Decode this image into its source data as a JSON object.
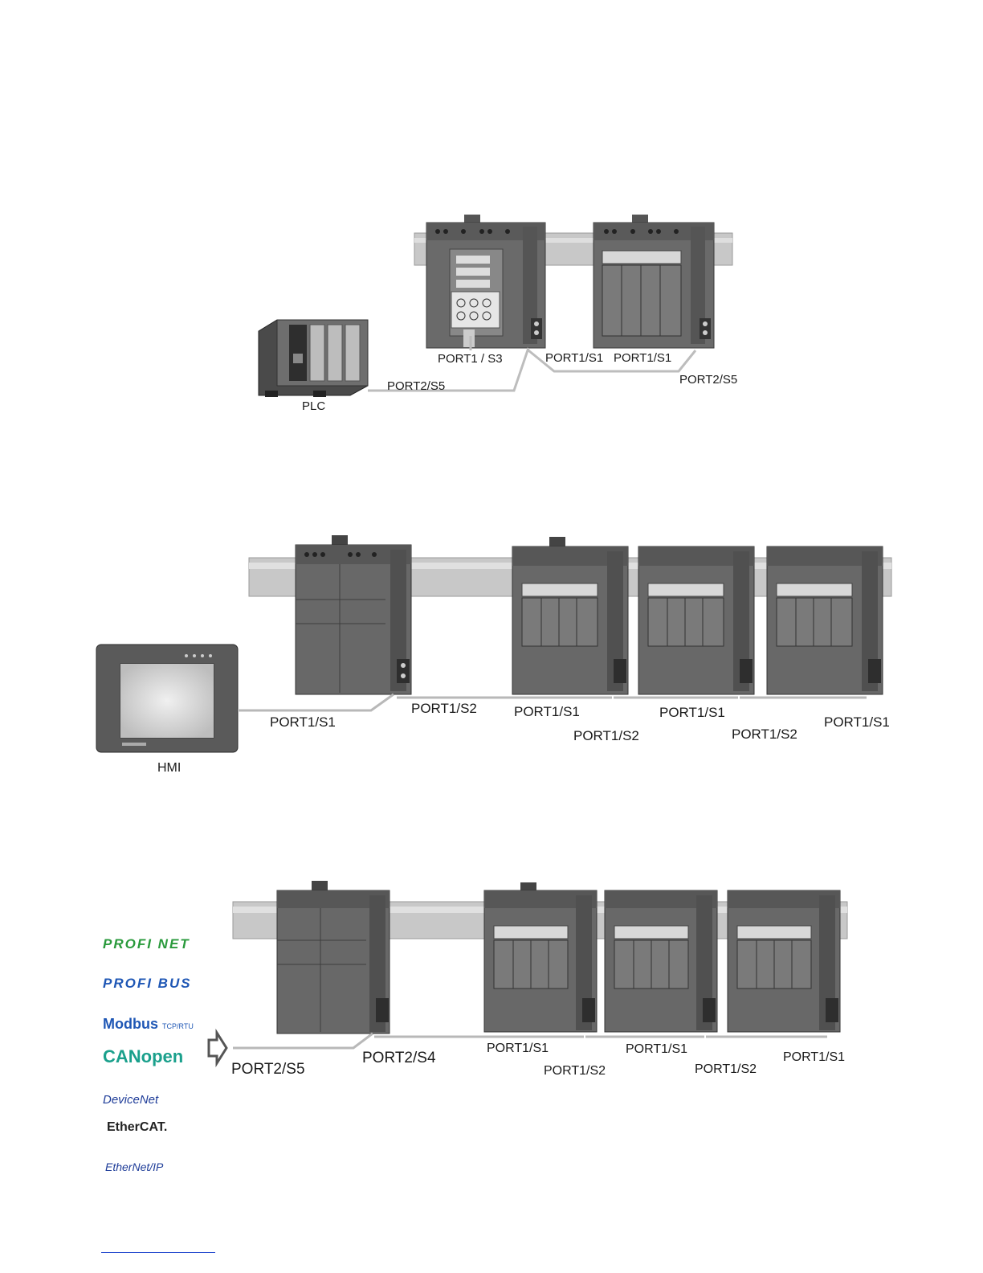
{
  "diagram1": {
    "plc_label": "PLC",
    "links": [
      {
        "label": "PORT1 / S3"
      },
      {
        "label": "PORT1/S1"
      },
      {
        "label": "PORT1/S1"
      },
      {
        "label": "PORT2/S5"
      },
      {
        "label": "PORT2/S5"
      }
    ]
  },
  "diagram2": {
    "hmi_label": "HMI",
    "links": [
      {
        "label": "PORT1/S1"
      },
      {
        "label": "PORT1/S2"
      },
      {
        "label": "PORT1/S1"
      },
      {
        "label": "PORT1/S2"
      },
      {
        "label": "PORT1/S1"
      },
      {
        "label": "PORT1/S2"
      },
      {
        "label": "PORT1/S1"
      }
    ]
  },
  "diagram3": {
    "fieldbus_logos": [
      {
        "name": "profinet-logo",
        "text": "PROFI NET",
        "color": "#2a9a3c"
      },
      {
        "name": "profibus-logo",
        "text": "PROFI BUS",
        "color": "#1f57b5"
      },
      {
        "name": "modbus-logo",
        "text": "Modbus",
        "sub": "TCP/RTU",
        "color": "#1f57b5"
      },
      {
        "name": "canopen-logo",
        "text": "CANopen",
        "color": "#1aa08c"
      },
      {
        "name": "devicenet-logo",
        "text": "DeviceNet",
        "color": "#1f3d99"
      },
      {
        "name": "ethercat-logo",
        "text": "EtherCAT.",
        "color": "#222222"
      },
      {
        "name": "ethernetip-logo",
        "text": "EtherNet/IP",
        "color": "#1f3d99"
      }
    ],
    "links": [
      {
        "label": "PORT2/S5"
      },
      {
        "label": "PORT2/S4"
      },
      {
        "label": "PORT1/S1"
      },
      {
        "label": "PORT1/S2"
      },
      {
        "label": "PORT1/S1"
      },
      {
        "label": "PORT1/S2"
      },
      {
        "label": "PORT1/S1"
      }
    ]
  }
}
